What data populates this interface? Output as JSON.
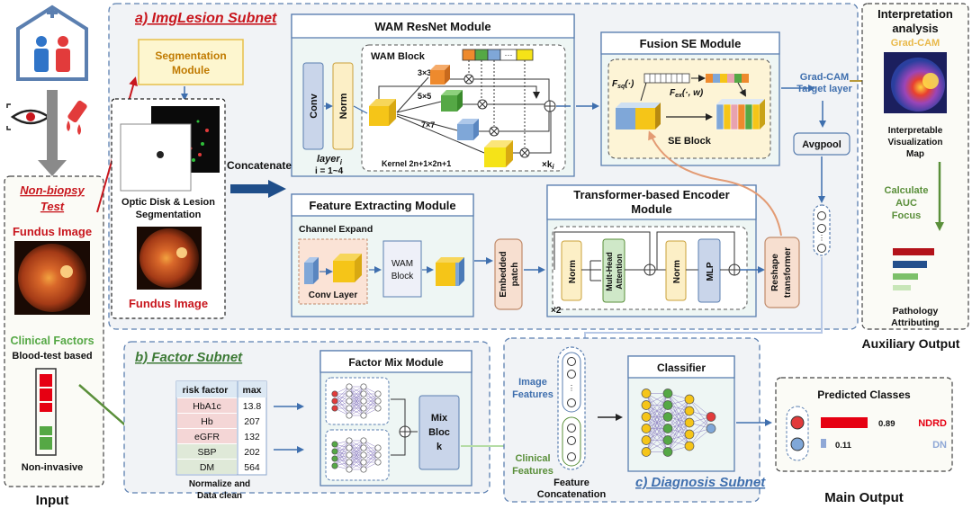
{
  "input": {
    "label": "Input",
    "non_biopsy": "Non-biopsy",
    "test": "Test",
    "fundus_image": "Fundus Image",
    "clinical_factors": "Clinical Factors",
    "blood_test": "Blood-test based",
    "non_invasive": "Non-invasive"
  },
  "imglesion": {
    "title": "a) ImgLesion Subnet",
    "segmentation_module": [
      "Segmentation",
      "Module"
    ],
    "seg_caption": [
      "Optic Disk & Lesion",
      "Segmentation"
    ],
    "fundus_image": "Fundus Image",
    "concatenate": "Concatenate",
    "wam_resnet": {
      "title": "WAM ResNet Module",
      "conv": "Conv",
      "norm": "Norm",
      "layer": "layer",
      "layer_sub": "i",
      "layer_range": "i = 1~4",
      "wam_block": "WAM Block",
      "k3": "3×3",
      "k5": "5×5",
      "k7": "7×7",
      "kernel": "Kernel 2n+1×2n+1",
      "repeat": "×k",
      "repeat_sub": "i"
    },
    "fusion_se": {
      "title": "Fusion SE Module",
      "fsq": "F",
      "fsq_sub": "sq",
      "fsq_arg": "(·)",
      "fex": "F",
      "fex_sub": "ex",
      "fex_arg": "(·, w)",
      "se_block": "SE Block"
    },
    "gradcam_target": [
      "Grad-CAM",
      "Target layer"
    ],
    "avgpool": "Avgpool",
    "feature_extract": {
      "title": "Feature Extracting Module",
      "channel_expand": "Channel Expand",
      "conv_layer": "Conv Layer",
      "wam_block": [
        "WAM",
        "Block"
      ]
    },
    "embedded_patch": [
      "Embedded",
      "patch"
    ],
    "transformer": {
      "title": [
        "Transformer-based Encoder",
        "Module"
      ],
      "norm": "Norm",
      "mha": [
        "Mult-Head",
        "Attention"
      ],
      "mlp": "MLP",
      "repeat": "×2"
    },
    "reshape": [
      "Reshape",
      "transformer"
    ]
  },
  "interpretation": {
    "title": [
      "Interpretation",
      "analysis"
    ],
    "gradcam": "Grad-CAM",
    "vis_map": [
      "Interpretable",
      "Visualization",
      "Map"
    ],
    "auc": [
      "Calculate",
      "AUC",
      "Focus"
    ],
    "pathology": [
      "Pathology",
      "Attributing"
    ],
    "aux_output": "Auxiliary Output"
  },
  "factor": {
    "title": "b) Factor Subnet",
    "table_header": [
      "risk factor",
      "max"
    ],
    "rows": [
      {
        "name": "HbA1c",
        "value": "13.8"
      },
      {
        "name": "Hb",
        "value": "207"
      },
      {
        "name": "eGFR",
        "value": "132"
      },
      {
        "name": "SBP",
        "value": "202"
      },
      {
        "name": "DM",
        "value": "564"
      }
    ],
    "normalize": [
      "Normalize and",
      "Data clean"
    ],
    "mix_module": "Factor Mix Module",
    "mix_block": [
      "Mix",
      "Bloc",
      "k"
    ]
  },
  "diagnosis": {
    "title": "c) Diagnosis Subnet",
    "image_features": [
      "Image",
      "Features"
    ],
    "clinical_features": [
      "Clinical",
      "Features"
    ],
    "feature_concat": [
      "Feature",
      "Concatenation"
    ],
    "classifier": "Classifier"
  },
  "output": {
    "predicted_classes": "Predicted Classes",
    "classes": [
      {
        "name": "NDRD",
        "prob": 0.89,
        "label": "0.89",
        "color": "#e60012"
      },
      {
        "name": "DN",
        "prob": 0.11,
        "label": "0.11",
        "color": "#8fa8d6"
      }
    ],
    "main_output": "Main Output"
  },
  "colors": {
    "panel_border": "#5b7fb0",
    "panel_fill": "#f1f3f6",
    "title_red": "#c8161d",
    "title_green": "#3d7a36",
    "arrow_blue": "#3f6fae",
    "cube_yellow": "#f5c518",
    "cube_blue": "#7fa7d8",
    "cube_orange": "#ee8a2d",
    "cube_green": "#55a845"
  }
}
